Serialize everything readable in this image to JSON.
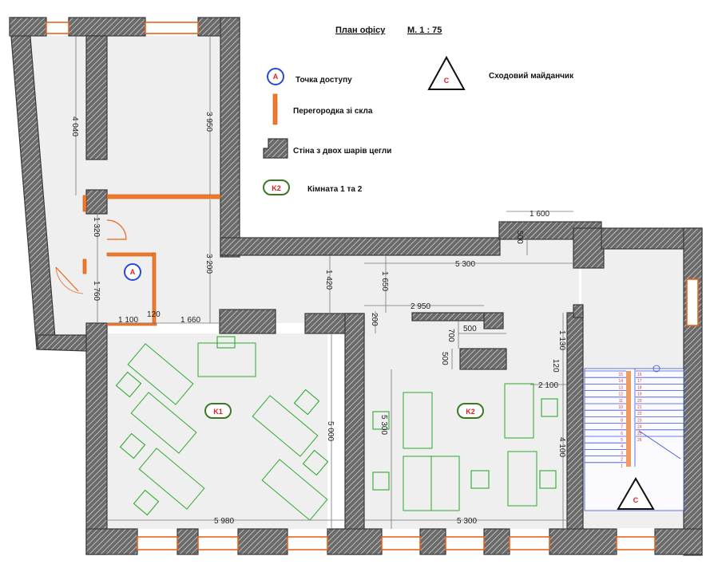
{
  "title": {
    "plan": "План офісу",
    "scale": "М. 1 : 75"
  },
  "legend": {
    "access_point": {
      "symbol": "A",
      "label": "Точка доступу",
      "color": "#2a48d8"
    },
    "stairs": {
      "symbol": "C",
      "label": "Сходовий майданчик",
      "color": "#e0201a"
    },
    "glass_partition": {
      "label": "Перегородка зі скла",
      "color": "#f07a2a"
    },
    "brick_wall": {
      "label": "Стіна з двох шарів цегли"
    },
    "room": {
      "symbol": "K2",
      "label": "Кімната 1 та 2",
      "color": "#3b7a22"
    }
  },
  "rooms": {
    "k1": "K1",
    "k2": "K2",
    "access": "A",
    "stairs": "C"
  },
  "dimensions": {
    "d4040": "4 040",
    "d3950": "3 950",
    "d1320": "1 320",
    "d3200": "3 200",
    "d1760": "1 760",
    "d120": "120",
    "d1100": "1 100",
    "d1660": "1 660",
    "d1420": "1 420",
    "d1650": "1 650",
    "d1600": "1 600",
    "d500a": "500",
    "d5300a": "5 300",
    "d2950": "2 950",
    "d200": "200",
    "d700": "700",
    "d500b": "500",
    "d500c": "500",
    "d1130": "1 130",
    "d2100": "2 100",
    "d120b": "120",
    "d5000": "5 000",
    "d5300b": "5 300",
    "d4100": "4 100",
    "d5980": "5 980",
    "d5300c": "5 300"
  },
  "stair_numbers": [
    "15",
    "14",
    "13",
    "12",
    "11",
    "10",
    "9",
    "8",
    "7",
    "6",
    "5",
    "4",
    "3",
    "2",
    "1"
  ],
  "stair_numbers_right": [
    "16",
    "17",
    "18",
    "19",
    "20",
    "21",
    "22",
    "23",
    "24",
    "25",
    "26"
  ]
}
